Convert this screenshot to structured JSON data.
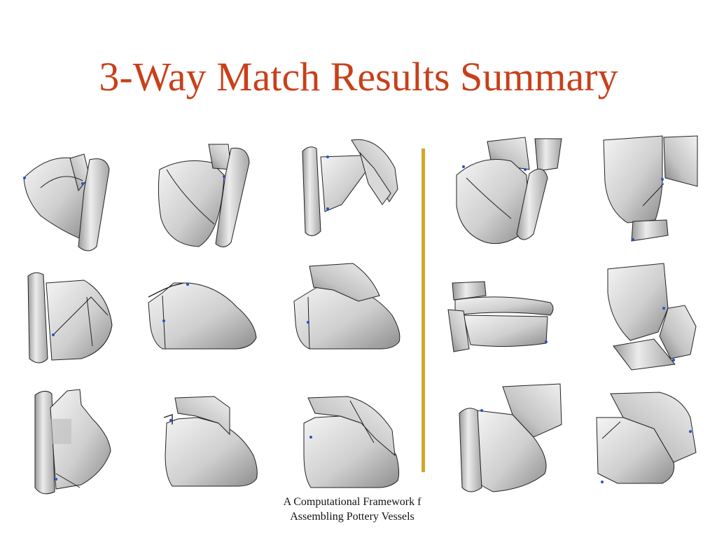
{
  "slide": {
    "title": "3-Way Match Results Summary",
    "title_color": "#c8401a",
    "divider_color": "#d4a627"
  },
  "footer": {
    "line1": "A Computational Framework f",
    "line2": "Assembling Pottery Vessels"
  },
  "images": [
    {
      "name": "match-left-r1c1"
    },
    {
      "name": "match-left-r1c2"
    },
    {
      "name": "match-left-r1c3"
    },
    {
      "name": "match-left-r2c1"
    },
    {
      "name": "match-left-r2c2"
    },
    {
      "name": "match-left-r2c3"
    },
    {
      "name": "match-left-r3c1"
    },
    {
      "name": "match-left-r3c2"
    },
    {
      "name": "match-left-r3c3"
    },
    {
      "name": "match-right-r1c1"
    },
    {
      "name": "match-right-r1c2"
    },
    {
      "name": "match-right-r2c1"
    },
    {
      "name": "match-right-r2c2"
    },
    {
      "name": "match-right-r3c1"
    },
    {
      "name": "match-right-r3c2"
    }
  ]
}
